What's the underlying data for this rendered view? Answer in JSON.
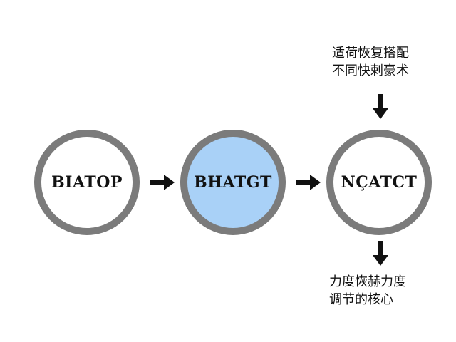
{
  "nodes": [
    {
      "label": "BIATOP",
      "highlighted": false
    },
    {
      "label": "BHATGT",
      "highlighted": true
    },
    {
      "label": "NÇATCT",
      "highlighted": false
    }
  ],
  "notes": {
    "top": [
      "适荷恢复搭配",
      "不同快剌豪术"
    ],
    "bottom": [
      "力度恢赫力度",
      "调节的核心"
    ]
  },
  "colors": {
    "ring": "#7b7b7b",
    "highlight_fill": "#a9d1f7",
    "arrow": "#111111"
  }
}
